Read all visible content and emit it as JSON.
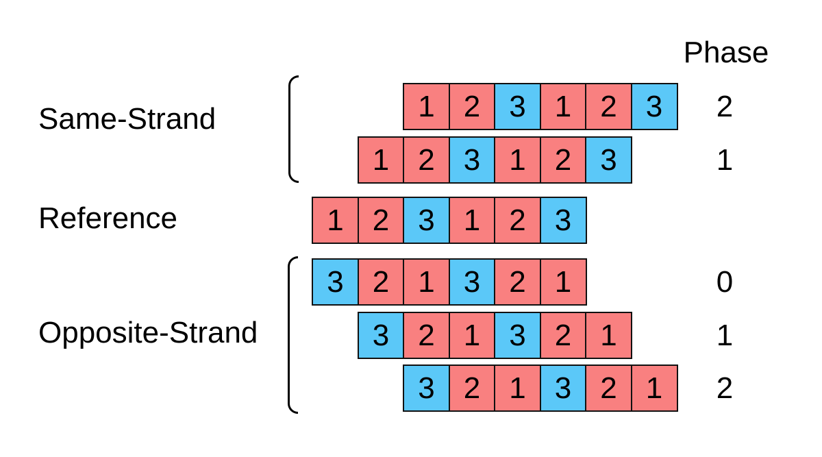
{
  "figure": {
    "phase_header": "Phase",
    "groups": {
      "same": {
        "label": "Same-Strand"
      },
      "reference": {
        "label": "Reference"
      },
      "opposite": {
        "label": "Opposite-Strand"
      }
    },
    "palette": {
      "red": "#F98080",
      "blue": "#5BC8F8",
      "stroke": "#111111",
      "background": "#FFFFFF"
    },
    "rows": [
      {
        "id": "same-strand-row-phase-2",
        "group": "same",
        "offset": 2,
        "phase": "2",
        "cells": [
          {
            "value": "1",
            "color": "red"
          },
          {
            "value": "2",
            "color": "red"
          },
          {
            "value": "3",
            "color": "blue"
          },
          {
            "value": "1",
            "color": "red"
          },
          {
            "value": "2",
            "color": "red"
          },
          {
            "value": "3",
            "color": "blue"
          }
        ]
      },
      {
        "id": "same-strand-row-phase-1",
        "group": "same",
        "offset": 1,
        "phase": "1",
        "cells": [
          {
            "value": "1",
            "color": "red"
          },
          {
            "value": "2",
            "color": "red"
          },
          {
            "value": "3",
            "color": "blue"
          },
          {
            "value": "1",
            "color": "red"
          },
          {
            "value": "2",
            "color": "red"
          },
          {
            "value": "3",
            "color": "blue"
          }
        ]
      },
      {
        "id": "reference-row",
        "group": "reference",
        "offset": 0,
        "phase": null,
        "cells": [
          {
            "value": "1",
            "color": "red"
          },
          {
            "value": "2",
            "color": "red"
          },
          {
            "value": "3",
            "color": "blue"
          },
          {
            "value": "1",
            "color": "red"
          },
          {
            "value": "2",
            "color": "red"
          },
          {
            "value": "3",
            "color": "blue"
          }
        ]
      },
      {
        "id": "opposite-strand-row-phase-0",
        "group": "opposite",
        "offset": 0,
        "phase": "0",
        "cells": [
          {
            "value": "3",
            "color": "blue"
          },
          {
            "value": "2",
            "color": "red"
          },
          {
            "value": "1",
            "color": "red"
          },
          {
            "value": "3",
            "color": "blue"
          },
          {
            "value": "2",
            "color": "red"
          },
          {
            "value": "1",
            "color": "red"
          }
        ]
      },
      {
        "id": "opposite-strand-row-phase-1",
        "group": "opposite",
        "offset": 1,
        "phase": "1",
        "cells": [
          {
            "value": "3",
            "color": "blue"
          },
          {
            "value": "2",
            "color": "red"
          },
          {
            "value": "1",
            "color": "red"
          },
          {
            "value": "3",
            "color": "blue"
          },
          {
            "value": "2",
            "color": "red"
          },
          {
            "value": "1",
            "color": "red"
          }
        ]
      },
      {
        "id": "opposite-strand-row-phase-2",
        "group": "opposite",
        "offset": 2,
        "phase": "2",
        "cells": [
          {
            "value": "3",
            "color": "blue"
          },
          {
            "value": "2",
            "color": "red"
          },
          {
            "value": "1",
            "color": "red"
          },
          {
            "value": "3",
            "color": "blue"
          },
          {
            "value": "2",
            "color": "red"
          },
          {
            "value": "1",
            "color": "red"
          }
        ]
      }
    ]
  }
}
